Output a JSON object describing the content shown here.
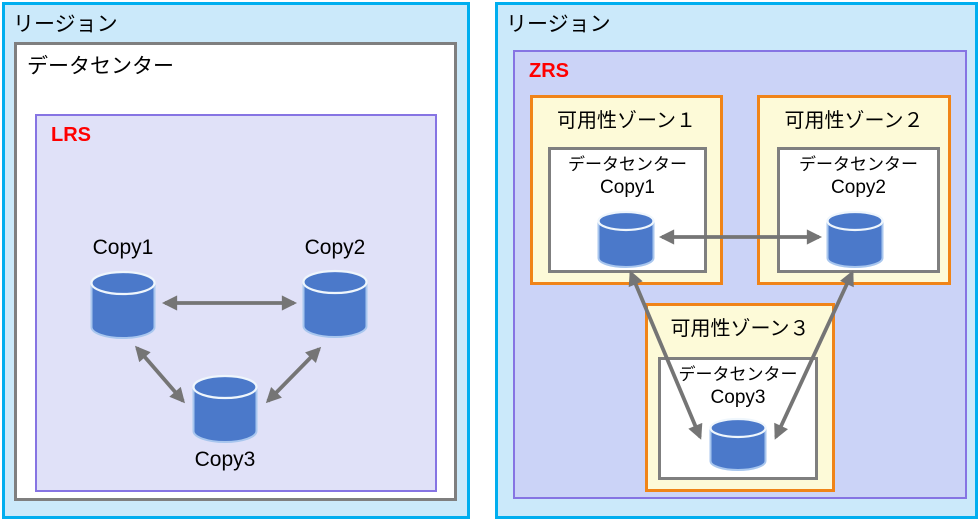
{
  "colors": {
    "panel_border": "#00AEEF",
    "panel_fill": "#CBE9FA",
    "datacenter_border": "#7F7F7F",
    "datacenter_fill": "#FFFFFF",
    "storage_border": "#8674E3",
    "lrs_fill": "#E0E1F8",
    "zrs_fill": "#CBD3F7",
    "zone_border": "#F08418",
    "zone_fill": "#FDFAD8",
    "label_red": "#FF0000",
    "cylinder_fill": "#4B79CA",
    "arrow": "#757575",
    "text": "#000000"
  },
  "left": {
    "region_label": "リージョン",
    "datacenter_label": "データセンター",
    "scheme_label": "LRS",
    "copies": [
      "Copy1",
      "Copy2",
      "Copy3"
    ]
  },
  "right": {
    "region_label": "リージョン",
    "scheme_label": "ZRS",
    "zones": [
      {
        "title": "可用性ゾーン１",
        "datacenter": "データセンター",
        "copy": "Copy1"
      },
      {
        "title": "可用性ゾーン２",
        "datacenter": "データセンター",
        "copy": "Copy2"
      },
      {
        "title": "可用性ゾーン３",
        "datacenter": "データセンター",
        "copy": "Copy3"
      }
    ]
  }
}
